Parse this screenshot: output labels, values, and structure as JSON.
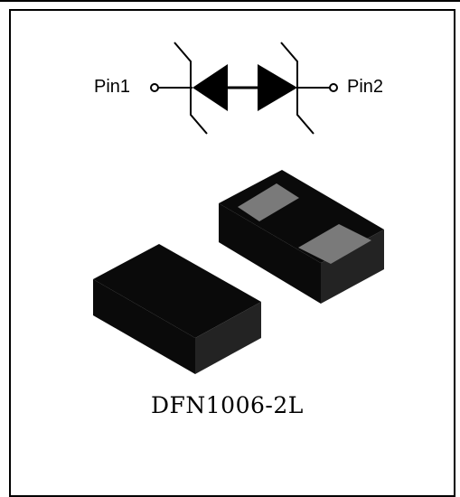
{
  "pins": {
    "left": "Pin1",
    "right": "Pin2"
  },
  "package": {
    "name": "DFN1006-2L"
  },
  "colors": {
    "body": "#0a0a0a",
    "side": "#262626",
    "pad": "#7a7a7a",
    "line": "#000000"
  }
}
